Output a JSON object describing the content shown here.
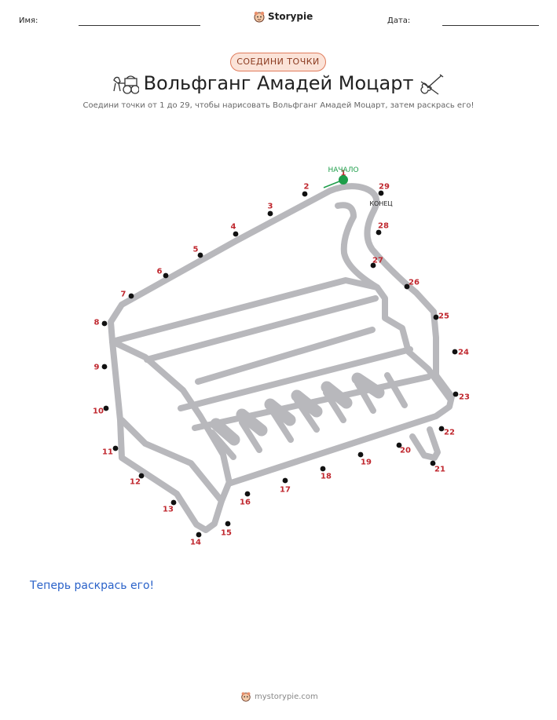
{
  "header": {
    "name_label": "Имя:",
    "date_label": "Дата:",
    "brand": "Storypie"
  },
  "badge": "СОЕДИНИ ТОЧКИ",
  "title": "Вольфганг Амадей Моцарт",
  "subtitle": "Соедини точки от 1 до 29, чтобы нарисовать Вольфганг Амадей Моцарт, затем раскрась его!",
  "puzzle": {
    "start_label": "НАЧАЛО",
    "end_label": "КОНЕЦ",
    "dot_color": "#111111",
    "number_color": "#c0282f",
    "start_color": "#1e9e4a",
    "outline_color": "#b8b8bc",
    "numbers": [
      "1",
      "2",
      "3",
      "4",
      "5",
      "6",
      "7",
      "8",
      "9",
      "10",
      "11",
      "12",
      "13",
      "14",
      "15",
      "16",
      "17",
      "18",
      "19",
      "20",
      "21",
      "22",
      "23",
      "24",
      "25",
      "26",
      "27",
      "28",
      "29"
    ]
  },
  "now_color": "Теперь раскрась его!",
  "footer": "mystorypie.com"
}
